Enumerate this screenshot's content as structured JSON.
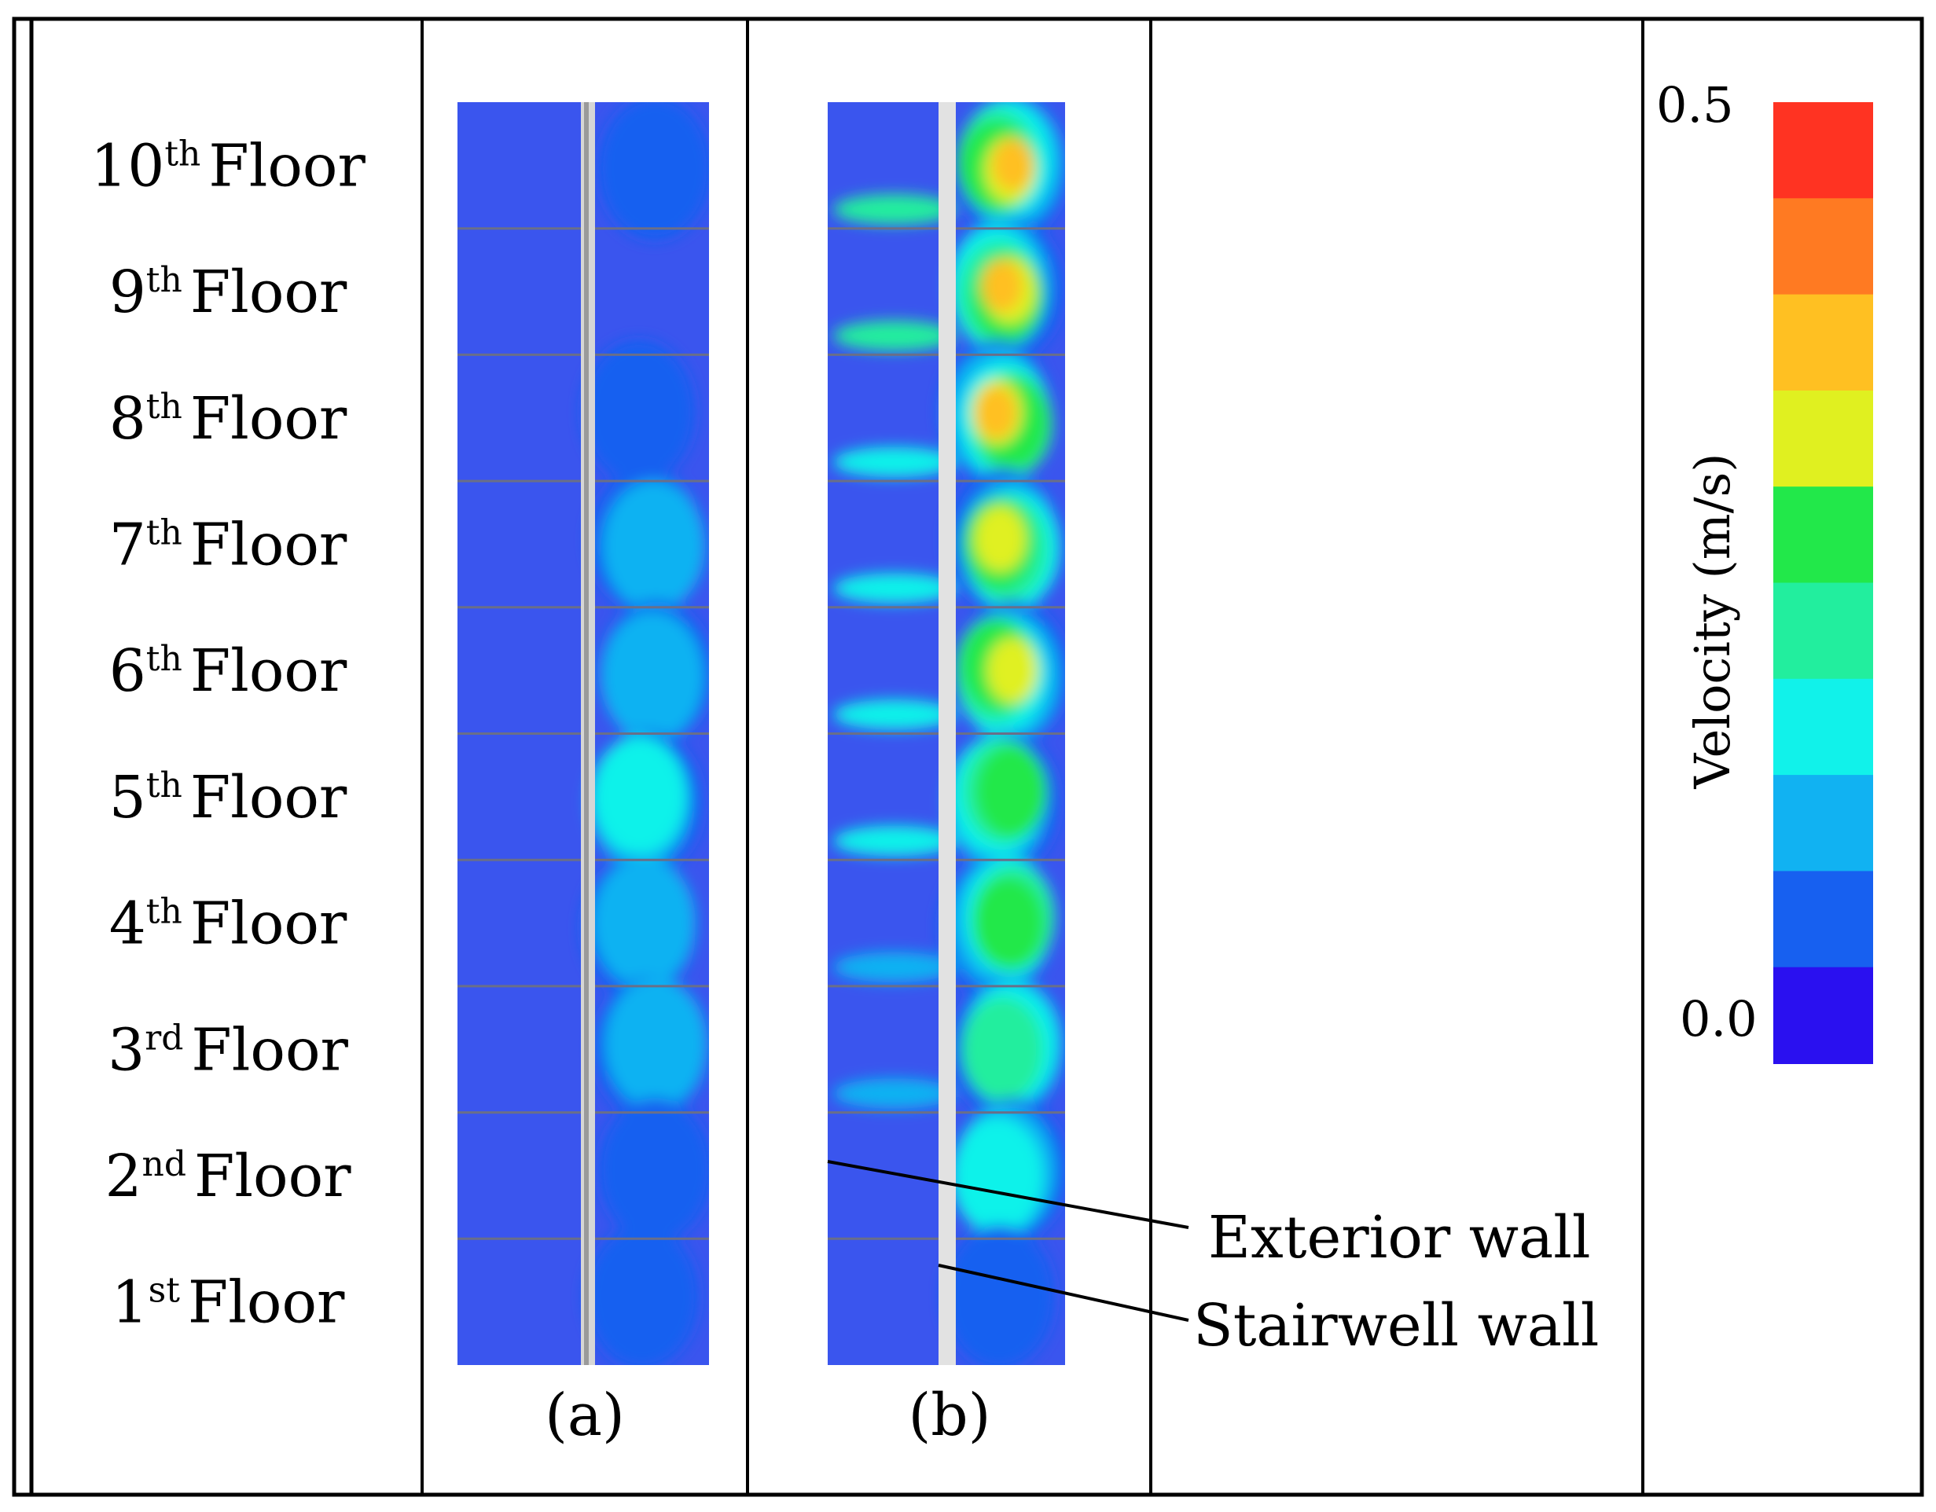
{
  "floors": [
    {
      "num": "10",
      "sup": "th",
      "word": "Floor"
    },
    {
      "num": "9",
      "sup": "th",
      "word": "Floor"
    },
    {
      "num": "8",
      "sup": "th",
      "word": "Floor"
    },
    {
      "num": "7",
      "sup": "th",
      "word": "Floor"
    },
    {
      "num": "6",
      "sup": "th",
      "word": "Floor"
    },
    {
      "num": "5",
      "sup": "th",
      "word": "Floor"
    },
    {
      "num": "4",
      "sup": "th",
      "word": "Floor"
    },
    {
      "num": "3",
      "sup": "rd",
      "word": "Floor"
    },
    {
      "num": "2",
      "sup": "nd",
      "word": "Floor"
    },
    {
      "num": "1",
      "sup": "st",
      "word": "Floor"
    }
  ],
  "panels": {
    "a": {
      "label": "(a)",
      "intensity": [
        0.1,
        0.15,
        0.25,
        0.25,
        0.28,
        0.22,
        0.2,
        0.12,
        0.05,
        0.08
      ]
    },
    "b": {
      "label": "(b)",
      "intensity": [
        0.15,
        0.3,
        0.4,
        0.55,
        0.7,
        0.8,
        0.8,
        0.85,
        0.88,
        0.9
      ]
    }
  },
  "annotations": {
    "exterior_wall": "Exterior wall",
    "stairwell_wall": "Stairwell wall"
  },
  "colorbar": {
    "max_label": "0.5",
    "min_label": "0.0",
    "title": "Velocity (m/s)",
    "colors": [
      "#ff3322",
      "#ff7a22",
      "#ffc022",
      "#e0f020",
      "#22e84a",
      "#22ee9e",
      "#11f2ea",
      "#11b2f2",
      "#1760f0",
      "#2a10f0"
    ]
  }
}
